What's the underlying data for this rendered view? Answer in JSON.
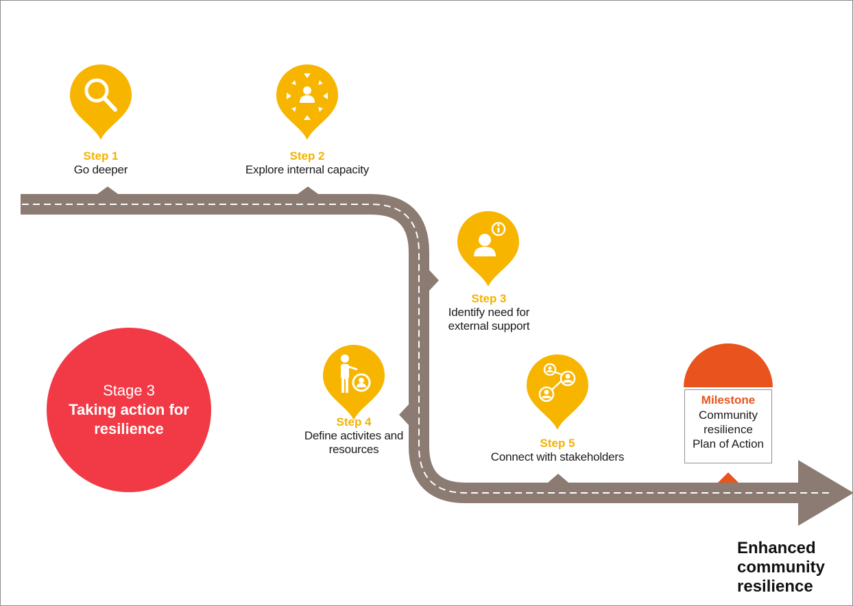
{
  "colors": {
    "road": "#8b7b72",
    "road_dash": "#ffffff",
    "pin": "#f7b500",
    "stage_circle": "#f23a46",
    "milestone": "#e8531e",
    "step_title": "#f2b200"
  },
  "steps": [
    {
      "title": "Step 1",
      "desc": "Go deeper",
      "icon": "magnifier-icon"
    },
    {
      "title": "Step 2",
      "desc": "Explore internal capacity",
      "icon": "inward-arrows-person-icon"
    },
    {
      "title": "Step 3",
      "desc": "Identify need for external support",
      "icon": "person-info-icon"
    },
    {
      "title": "Step 4",
      "desc": "Define activites and resources",
      "icon": "person-presenting-icon"
    },
    {
      "title": "Step 5",
      "desc": "Connect with stakeholders",
      "icon": "network-people-icon"
    }
  ],
  "stage": {
    "label": "Stage 3",
    "title": "Taking action for resilience"
  },
  "milestone": {
    "title": "Milestone",
    "desc": "Community resilience Plan of Action"
  },
  "outcome": "Enhanced community resilience"
}
